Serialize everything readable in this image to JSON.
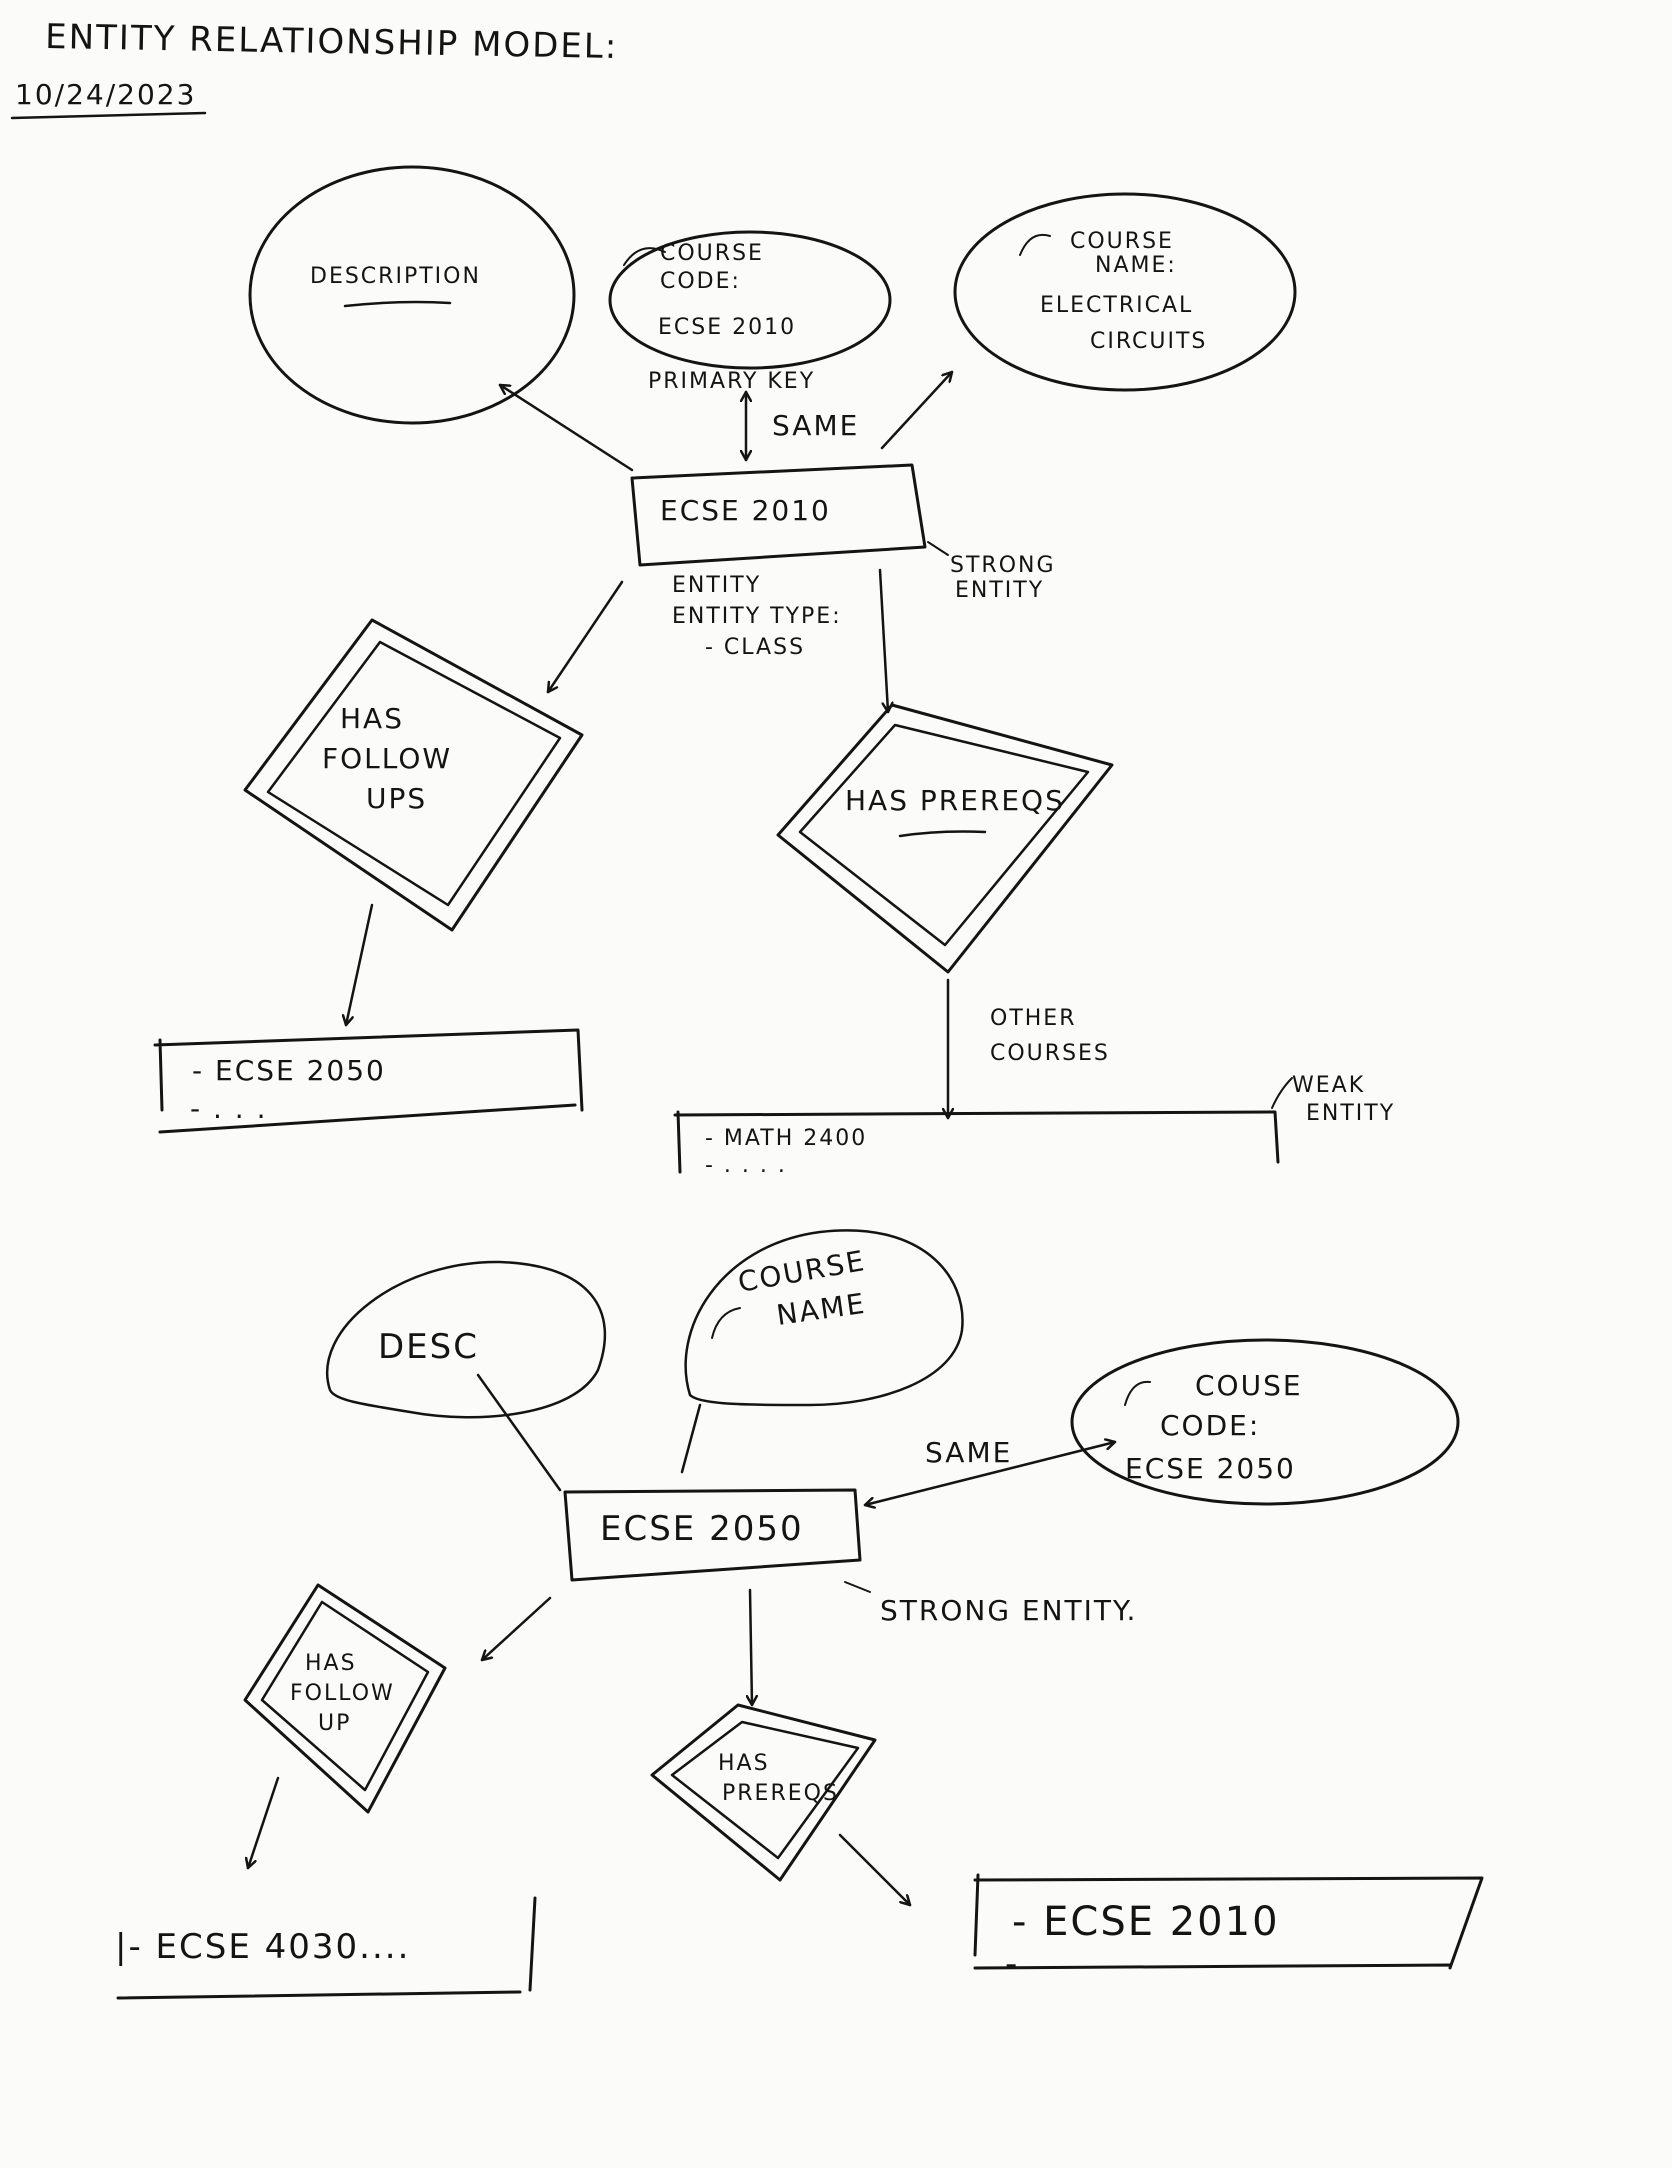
{
  "header": {
    "title": "ENTITY RELATIONSHIP MODEL:",
    "date": "10/24/2023"
  },
  "diagram1": {
    "entity": "ECSE 2010",
    "entity_notes": [
      "ENTITY",
      "ENTITY TYPE:",
      "- CLASS"
    ],
    "strong_label": [
      "STRONG",
      "ENTITY"
    ],
    "attr_description": "DESCRIPTION",
    "attr_course_code": [
      "COURSE",
      "CODE:",
      "ECSE 2010"
    ],
    "primary_key_label": "PRIMARY KEY",
    "same_label": "SAME",
    "attr_course_name": [
      "COURSE",
      "NAME:",
      "ELECTRICAL",
      "CIRCUITS"
    ],
    "rel_followups": [
      "HAS",
      "FOLLOW",
      "UPS"
    ],
    "rel_prereqs": "HAS PREREQS",
    "followups_box": [
      "- ECSE 2050",
      "- . . ."
    ],
    "other_courses_label": [
      "OTHER",
      "COURSES"
    ],
    "prereqs_box": [
      "- MATH 2400",
      "- . . . ."
    ],
    "weak_label": [
      "WEAK",
      "ENTITY"
    ]
  },
  "diagram2": {
    "entity": "ECSE 2050",
    "attr_desc": "DESC",
    "attr_course_name": [
      "COURSE",
      "NAME"
    ],
    "attr_course_code": [
      "COUSE",
      "CODE:",
      "ECSE 2050"
    ],
    "same_label": "SAME",
    "strong_label": "STRONG ENTITY.",
    "rel_followup": [
      "HAS",
      "FOLLOW",
      "UP"
    ],
    "rel_prereqs": [
      "HAS",
      "PREREQS"
    ],
    "followup_box": "|- ECSE 4030....",
    "prereqs_box": [
      "- ECSE 2010",
      "-"
    ]
  }
}
